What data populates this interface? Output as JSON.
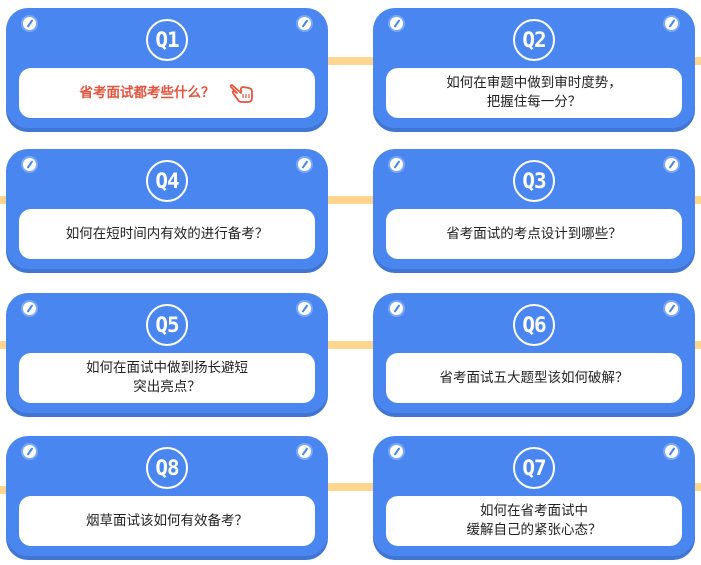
{
  "accent_color": "#4a86f0",
  "connector_color": "#ffd58f",
  "highlight_color": "#e8533d",
  "cards": {
    "q1": {
      "label": "Q1",
      "question": "省考面试都考些什么？",
      "icon": "pointing-hand-icon"
    },
    "q2": {
      "label": "Q2",
      "question": "如何在审题中做到审时度势，\n把握住每一分？"
    },
    "q4": {
      "label": "Q4",
      "question": "如何在短时间内有效的进行备考？"
    },
    "q3": {
      "label": "Q3",
      "question": "省考面试的考点设计到哪些？"
    },
    "q5": {
      "label": "Q5",
      "question": "如何在面试中做到扬长避短\n突出亮点？"
    },
    "q6": {
      "label": "Q6",
      "question": "省考面试五大题型该如何破解？"
    },
    "q8": {
      "label": "Q8",
      "question": "烟草面试该如何有效备考？"
    },
    "q7": {
      "label": "Q7",
      "question": "如何在省考面试中\n缓解自己的紧张心态？"
    }
  }
}
